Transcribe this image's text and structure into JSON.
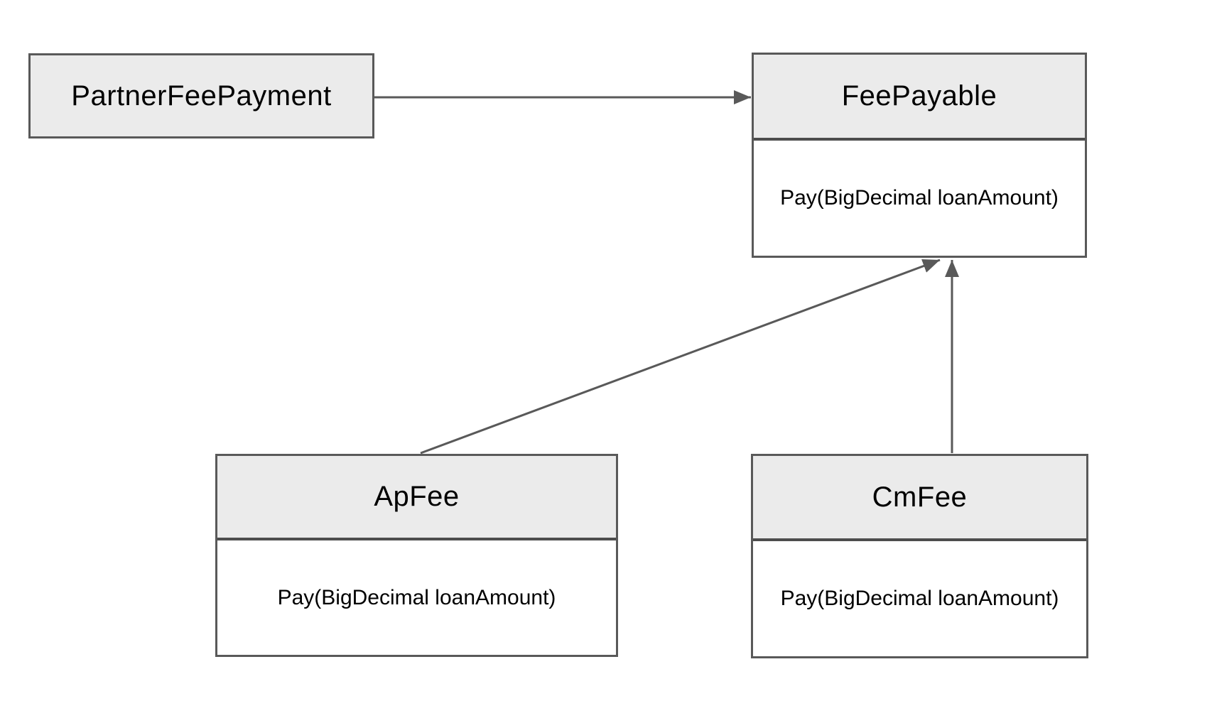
{
  "diagram": {
    "kind": "uml-class-diagram",
    "colors": {
      "background": "#ffffff",
      "box_fill": "#ebebeb",
      "box_border": "#595959",
      "divider": "#4d4d4d",
      "arrow": "#595959",
      "text": "#000000"
    },
    "nodes": [
      {
        "id": "partner-fee-payment",
        "title": "PartnerFeePayment",
        "methods": []
      },
      {
        "id": "fee-payable",
        "title": "FeePayable",
        "methods": [
          "Pay(BigDecimal loanAmount)"
        ]
      },
      {
        "id": "ap-fee",
        "title": "ApFee",
        "methods": [
          "Pay(BigDecimal loanAmount)"
        ]
      },
      {
        "id": "cm-fee",
        "title": "CmFee",
        "methods": [
          "Pay(BigDecimal loanAmount)"
        ]
      }
    ],
    "edges": [
      {
        "from": "PartnerFeePayment",
        "to": "FeePayable",
        "style": "solid-arrow"
      },
      {
        "from": "ApFee",
        "to": "FeePayable",
        "style": "solid-arrow"
      },
      {
        "from": "CmFee",
        "to": "FeePayable",
        "style": "solid-arrow"
      }
    ]
  }
}
